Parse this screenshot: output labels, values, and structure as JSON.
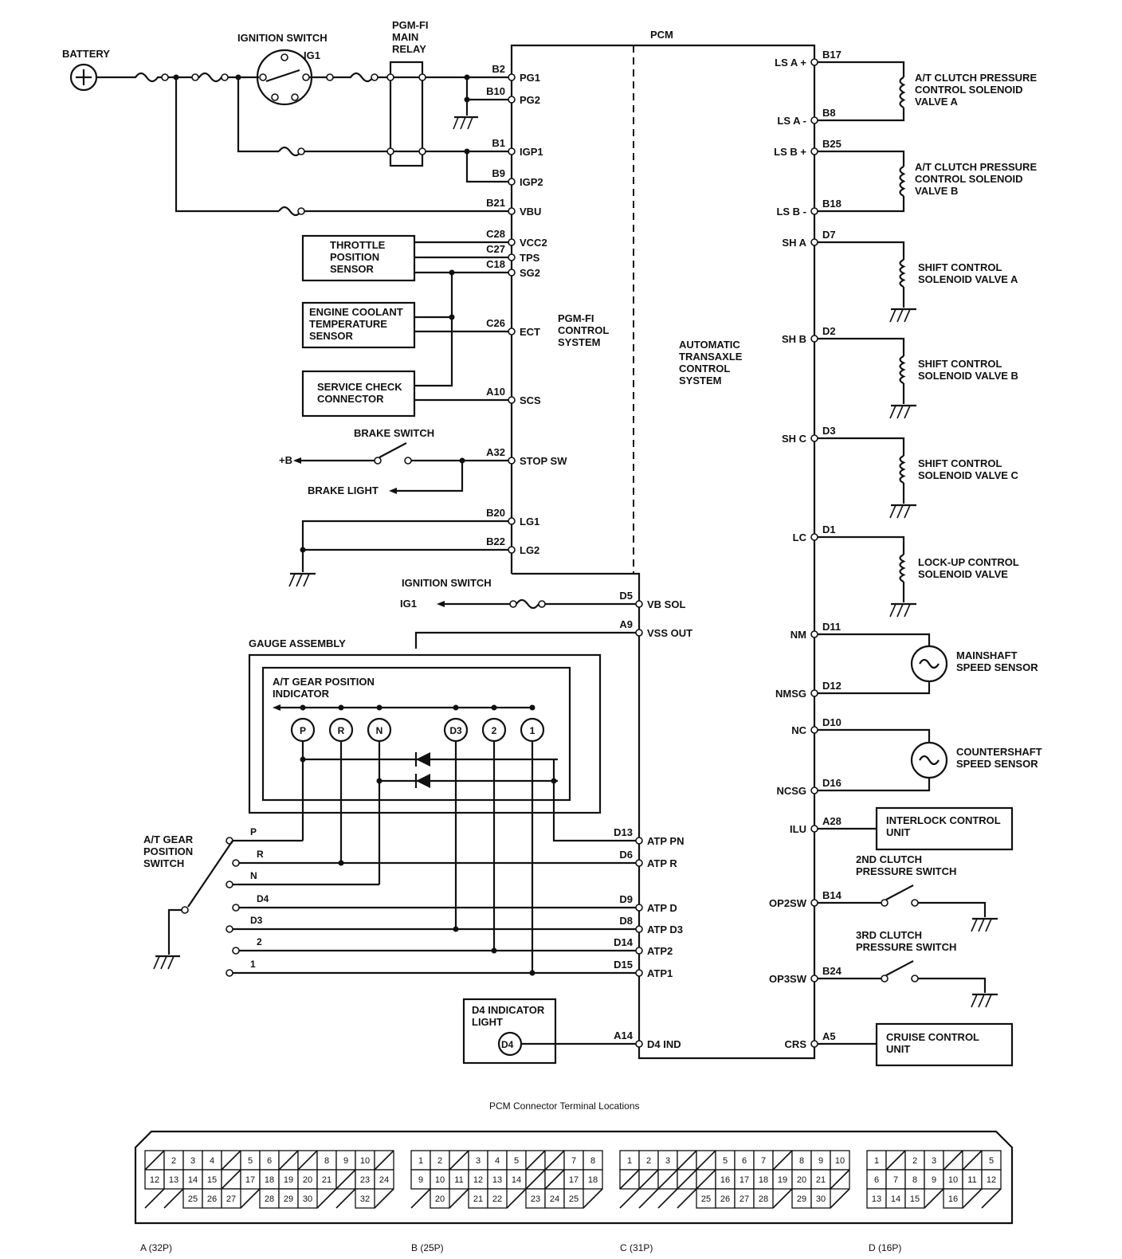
{
  "pcm": {
    "title": "PCM",
    "pgm_fi_system": "PGM-FI\nCONTROL\nSYSTEM",
    "at_system": "AUTOMATIC\nTRANSAXLE\nCONTROL\nSYSTEM"
  },
  "components": {
    "battery": "BATTERY",
    "ignition_switch": "IGNITION SWITCH",
    "ig1": "IG1",
    "main_relay": "PGM-FI\nMAIN\nRELAY",
    "throttle_sensor": "THROTTLE\nPOSITION\nSENSOR",
    "ect_sensor": "ENGINE COOLANT\nTEMPERATURE\nSENSOR",
    "service_check": "SERVICE CHECK\nCONNECTOR",
    "brake_switch": "BRAKE SWITCH",
    "plus_b": "+B",
    "brake_light": "BRAKE LIGHT",
    "ignition_switch_2": "IGNITION SWITCH",
    "ig1_2": "IG1",
    "gauge_assembly": "GAUGE ASSEMBLY",
    "gear_indicator": "A/T GEAR POSITION\nINDICATOR",
    "gear_position_switch": "A/T GEAR\nPOSITION\nSWITCH",
    "d4_indicator": "D4 INDICATOR\nLIGHT",
    "d4_lamp": "D4",
    "ls_a_valve": "A/T CLUTCH PRESSURE\nCONTROL SOLENOID\nVALVE A",
    "ls_b_valve": "A/T CLUTCH PRESSURE\nCONTROL SOLENOID\nVALVE B",
    "sh_a_valve": "SHIFT CONTROL\nSOLENOID VALVE A",
    "sh_b_valve": "SHIFT CONTROL\nSOLENOID VALVE B",
    "sh_c_valve": "SHIFT CONTROL\nSOLENOID VALVE C",
    "lockup_valve": "LOCK-UP CONTROL\nSOLENOID VALVE",
    "mainshaft_sensor": "MAINSHAFT\nSPEED SENSOR",
    "countershaft_sensor": "COUNTERSHAFT\nSPEED SENSOR",
    "interlock_unit": "INTERLOCK CONTROL\nUNIT",
    "clutch2_switch": "2ND CLUTCH\nPRESSURE SWITCH",
    "clutch3_switch": "3RD CLUTCH\nPRESSURE SWITCH",
    "cruise_unit": "CRUISE CONTROL\nUNIT"
  },
  "indicator_lamps": [
    "P",
    "R",
    "N",
    "D3",
    "2",
    "1"
  ],
  "switch_positions": [
    "P",
    "R",
    "N",
    "D4",
    "D3",
    "2",
    "1"
  ],
  "left_pins": [
    {
      "pin": "B2",
      "name": "PG1"
    },
    {
      "pin": "B10",
      "name": "PG2"
    },
    {
      "pin": "B1",
      "name": "IGP1"
    },
    {
      "pin": "B9",
      "name": "IGP2"
    },
    {
      "pin": "B21",
      "name": "VBU"
    },
    {
      "pin": "C28",
      "name": "VCC2"
    },
    {
      "pin": "C27",
      "name": "TPS"
    },
    {
      "pin": "C18",
      "name": "SG2"
    },
    {
      "pin": "C26",
      "name": "ECT"
    },
    {
      "pin": "A10",
      "name": "SCS"
    },
    {
      "pin": "A32",
      "name": "STOP SW"
    },
    {
      "pin": "B20",
      "name": "LG1"
    },
    {
      "pin": "B22",
      "name": "LG2"
    }
  ],
  "lower_pins": [
    {
      "pin": "D5",
      "name": "VB SOL"
    },
    {
      "pin": "A9",
      "name": "VSS OUT"
    },
    {
      "pin": "D13",
      "name": "ATP PN"
    },
    {
      "pin": "D6",
      "name": "ATP R"
    },
    {
      "pin": "D9",
      "name": "ATP D"
    },
    {
      "pin": "D8",
      "name": "ATP D3"
    },
    {
      "pin": "D14",
      "name": "ATP2"
    },
    {
      "pin": "D15",
      "name": "ATP1"
    },
    {
      "pin": "A14",
      "name": "D4 IND"
    }
  ],
  "right_pins": [
    {
      "pin": "B17",
      "name": "LS A +"
    },
    {
      "pin": "B8",
      "name": "LS A -"
    },
    {
      "pin": "B25",
      "name": "LS B +"
    },
    {
      "pin": "B18",
      "name": "LS B -"
    },
    {
      "pin": "D7",
      "name": "SH A"
    },
    {
      "pin": "D2",
      "name": "SH B"
    },
    {
      "pin": "D3",
      "name": "SH C"
    },
    {
      "pin": "D1",
      "name": "LC"
    },
    {
      "pin": "D11",
      "name": "NM"
    },
    {
      "pin": "D12",
      "name": "NMSG"
    },
    {
      "pin": "D10",
      "name": "NC"
    },
    {
      "pin": "D16",
      "name": "NCSG"
    },
    {
      "pin": "A28",
      "name": "ILU"
    },
    {
      "pin": "B14",
      "name": "OP2SW"
    },
    {
      "pin": "B24",
      "name": "OP3SW"
    },
    {
      "pin": "A5",
      "name": "CRS"
    }
  ],
  "connectors": {
    "title": "PCM Connector Terminal Locations",
    "labels": [
      "A (32P)",
      "B (25P)",
      "C (31P)",
      "D (16P)"
    ],
    "a_row1": [
      "",
      "2",
      "3",
      "4",
      "",
      "5",
      "6",
      "",
      "",
      "8",
      "9",
      "10",
      ""
    ],
    "a_row2": [
      "12",
      "13",
      "14",
      "15",
      "",
      "17",
      "18",
      "19",
      "20",
      "21",
      "",
      "23",
      "24"
    ],
    "a_row3": [
      "",
      "",
      "25",
      "26",
      "27",
      "",
      "28",
      "29",
      "30",
      "",
      "",
      "32",
      ""
    ],
    "b_row1": [
      "1",
      "2",
      "",
      "3",
      "4",
      "5",
      "",
      "",
      "7",
      "8"
    ],
    "b_row2": [
      "9",
      "10",
      "11",
      "12",
      "13",
      "14",
      "",
      "",
      "17",
      "18"
    ],
    "b_row3": [
      "",
      "20",
      "",
      "21",
      "22",
      "",
      "23",
      "24",
      "25",
      ""
    ],
    "c_row1": [
      "1",
      "2",
      "3",
      "",
      "",
      "5",
      "6",
      "7",
      "",
      "8",
      "9",
      "10"
    ],
    "c_row2": [
      "",
      "",
      "",
      "",
      "",
      "16",
      "17",
      "18",
      "19",
      "20",
      "21",
      ""
    ],
    "c_row3": [
      "",
      "",
      "",
      "",
      "25",
      "26",
      "27",
      "28",
      "",
      "29",
      "30",
      ""
    ],
    "d_row1": [
      "1",
      "",
      "2",
      "3",
      "",
      "",
      "5"
    ],
    "d_row2": [
      "6",
      "7",
      "8",
      "9",
      "10",
      "11",
      "12"
    ],
    "d_row3": [
      "13",
      "14",
      "15",
      "",
      "16",
      "",
      ""
    ]
  }
}
